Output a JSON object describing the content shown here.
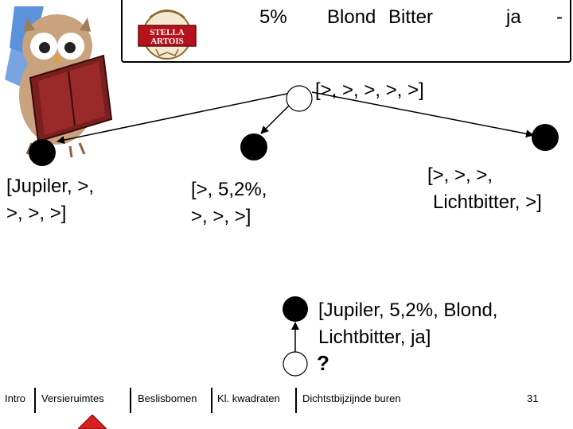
{
  "header": {
    "brand_logo": "stella-artois-logo",
    "logo_text_line1": "STELLA",
    "logo_text_line2": "ARTOIS",
    "alcohol": "5%",
    "color": "Blond",
    "type": "Bitter",
    "answer": "ja",
    "extra": "-"
  },
  "tree": {
    "root_label": "[>, >, >, >, >]",
    "left_label_line1": "[Jupiler, >,",
    "left_label_line2": ">, >, >]",
    "middle_label_line1": "[>, 5,2%,",
    "middle_label_line2": ">, >, >]",
    "right_label_line1": "[>, >, >,",
    "right_label_line2": "Lichtbitter, >]",
    "leaf_label_line1": "[Jupiler, 5,2%, Blond,",
    "leaf_label_line2": "Lichtbitter, ja]",
    "query_mark": "?"
  },
  "nav": {
    "items": [
      "Intro",
      "Versieruimtes",
      "Beslisbomen",
      "Kl. kwadraten",
      "Dichtstbijzijnde buren"
    ],
    "page_number": "31"
  },
  "colors": {
    "owl_body": "#c9a27e",
    "book": "#7a1f1f",
    "logo_red": "#b5121b",
    "nav_marker": "#d62020"
  }
}
